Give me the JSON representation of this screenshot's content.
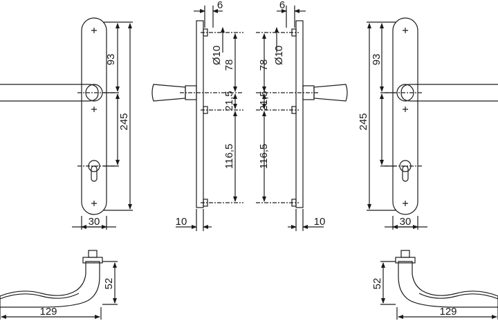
{
  "colors": {
    "line": "#1a1a1a",
    "background": "#ffffff"
  },
  "views": {
    "front_left": {
      "height_top": "93",
      "height_total": "245",
      "width": "30"
    },
    "side_left": {
      "offset_top": "6",
      "hole_diameter": "Ø10",
      "spacing_78": "78",
      "spacing_21_5": "21,5",
      "spacing_116_5": "116,5",
      "plate_thickness": "10"
    },
    "side_right": {
      "offset_top": "6",
      "hole_diameter": "Ø10",
      "spacing_78": "78",
      "spacing_21_5": "21,5",
      "spacing_116_5": "116,5",
      "plate_thickness": "10"
    },
    "front_right": {
      "height_top": "93",
      "height_total": "245",
      "width": "30"
    },
    "lever_left": {
      "height": "52",
      "length": "129"
    },
    "lever_right": {
      "height": "52",
      "length": "129"
    }
  }
}
